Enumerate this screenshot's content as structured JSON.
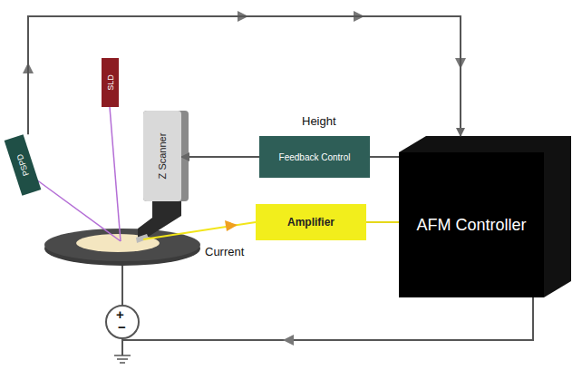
{
  "diagram": {
    "nodes": [
      {
        "text": [
          "SLD"
        ]
      },
      {
        "text": [
          "PSPD"
        ]
      },
      {
        "text": [
          "Z Scanner"
        ]
      },
      {
        "text": [
          "Feedback Control"
        ]
      },
      {
        "text": [
          "Amplifier"
        ]
      },
      {
        "text": [
          "AFM Controller"
        ]
      }
    ],
    "edges": [
      {
        "from": 3,
        "to": 2,
        "arrow": "to"
      },
      {
        "from": 5,
        "to": 3,
        "arrow": "none"
      },
      {
        "from": 4,
        "to": 5,
        "arrow": "none"
      },
      {
        "from": 1,
        "to": 5,
        "arrow": "to"
      }
    ],
    "labels": [
      "Height",
      "Current",
      "+",
      "−"
    ]
  }
}
